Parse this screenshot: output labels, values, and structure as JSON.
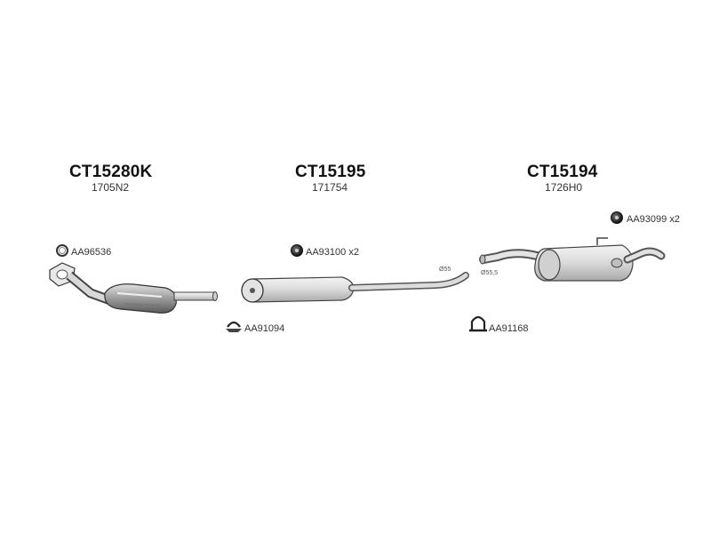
{
  "groups": [
    {
      "code": "CT15280K",
      "oe": "1705N2"
    },
    {
      "code": "CT15195",
      "oe": "171754"
    },
    {
      "code": "CT15194",
      "oe": "1726H0"
    }
  ],
  "accessories": {
    "a1": "AA96536",
    "a2": "AA93100 x2",
    "a3": "AA93099 x2",
    "a4": "AA91094",
    "a5": "AA91168"
  },
  "dimensions": {
    "d1": "Ø55",
    "d2": "Ø55,5"
  },
  "icons": [
    "ring-gasket-icon",
    "rubber-mount-icon",
    "rubber-mount-icon",
    "pipe-clamp-icon",
    "pipe-clamp-icon"
  ]
}
